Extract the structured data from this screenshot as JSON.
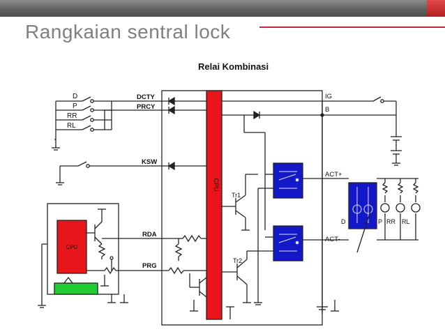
{
  "slide": {
    "title": "Rangkaian sentral lock",
    "diagram_title": "Relai Kombinasi"
  },
  "switches": {
    "d": "D",
    "p": "P",
    "rr": "RR",
    "rl": "RL"
  },
  "terminals": {
    "dcty": "DCTY",
    "prcy": "PRCY",
    "ksw": "KSW",
    "rda": "RDA",
    "prg": "PRG",
    "ig": "IG",
    "b": "B",
    "act_plus": "ACT+",
    "act_minus": "ACT-"
  },
  "chips": {
    "cpu_main": "CPU",
    "cpu_small": "CPU"
  },
  "transistors": {
    "tr1": "Tr1",
    "tr2": "Tr2"
  },
  "actuator_labels": {
    "d": "D",
    "p": "P",
    "rr": "RR",
    "rl": "RL"
  },
  "colors": {
    "cpu": "#e8161b",
    "relay": "#1418c8",
    "green": "#22cc33",
    "accent": "#c8283a",
    "title": "#7f7f7f"
  }
}
